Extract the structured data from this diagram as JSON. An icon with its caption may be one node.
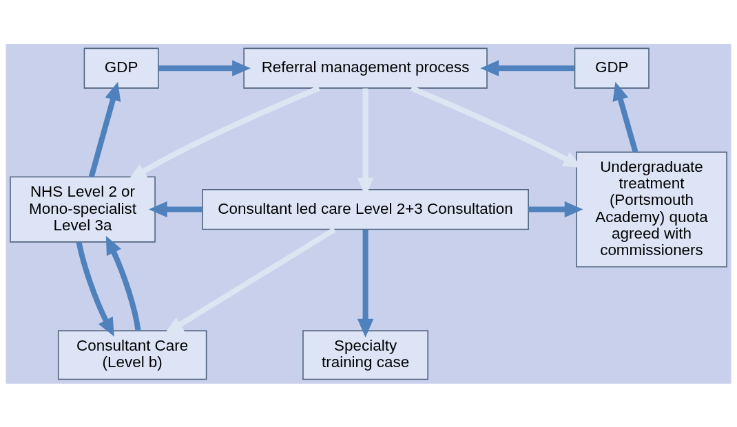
{
  "diagram": {
    "nodes": [
      {
        "text": [
          "GDP"
        ]
      },
      {
        "text": [
          "Referral management process"
        ]
      },
      {
        "text": [
          "GDP"
        ]
      },
      {
        "text": [
          "NHS Level 2 or Mono-specialist Level 3a"
        ]
      },
      {
        "text": [
          "Consultant led care Level 2+3 Consultation"
        ]
      },
      {
        "text": [
          "Undergraduate treatment (Portsmouth Academy) quota agreed with commissioners"
        ]
      },
      {
        "text": [
          "Specialty training case"
        ]
      },
      {
        "text": [
          "Consultant Care (Level b)"
        ]
      }
    ],
    "edges": [
      {
        "from": 0,
        "to": 1,
        "arrow": "to"
      },
      {
        "from": 2,
        "to": 1,
        "arrow": "to"
      },
      {
        "from": 1,
        "to": 3,
        "arrow": "to",
        "color": "#dce6f2"
      },
      {
        "from": 1,
        "to": 5,
        "arrow": "to",
        "color": "#dce6f2"
      },
      {
        "from": 3,
        "to": 0,
        "arrow": "to"
      },
      {
        "from": 5,
        "to": 2,
        "arrow": "to"
      },
      {
        "from": 1,
        "to": 4,
        "arrow": "to",
        "color": "#dce6f2"
      },
      {
        "from": 4,
        "to": 3,
        "arrow": "to"
      },
      {
        "from": 4,
        "to": 5,
        "arrow": "to"
      },
      {
        "from": 4,
        "to": 6,
        "arrow": "to"
      },
      {
        "from": 4,
        "to": 7,
        "arrow": "to",
        "color": "#dce6f2"
      },
      {
        "from": 7,
        "to": 3,
        "arrow": "to"
      },
      {
        "from": 3,
        "to": 7,
        "arrow": "to"
      }
    ]
  }
}
